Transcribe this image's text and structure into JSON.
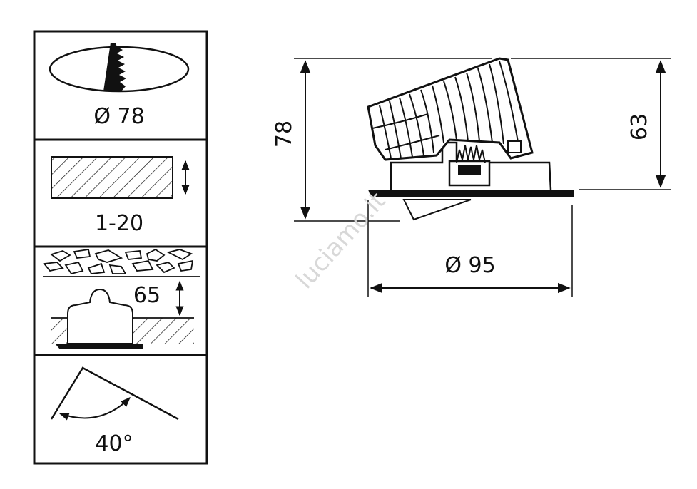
{
  "panels": {
    "cutout": {
      "label": "Ø 78"
    },
    "ceiling_thickness": {
      "label": "1-20"
    },
    "recess_depth": {
      "label": "65"
    },
    "tilt": {
      "label": "40°"
    }
  },
  "dimensions": {
    "total_height": "78",
    "recessed_height": "63",
    "trim_diameter": "Ø 95"
  },
  "watermark": "luciamo.it",
  "colors": {
    "line": "#111111",
    "watermark": "#d8d8d8"
  }
}
